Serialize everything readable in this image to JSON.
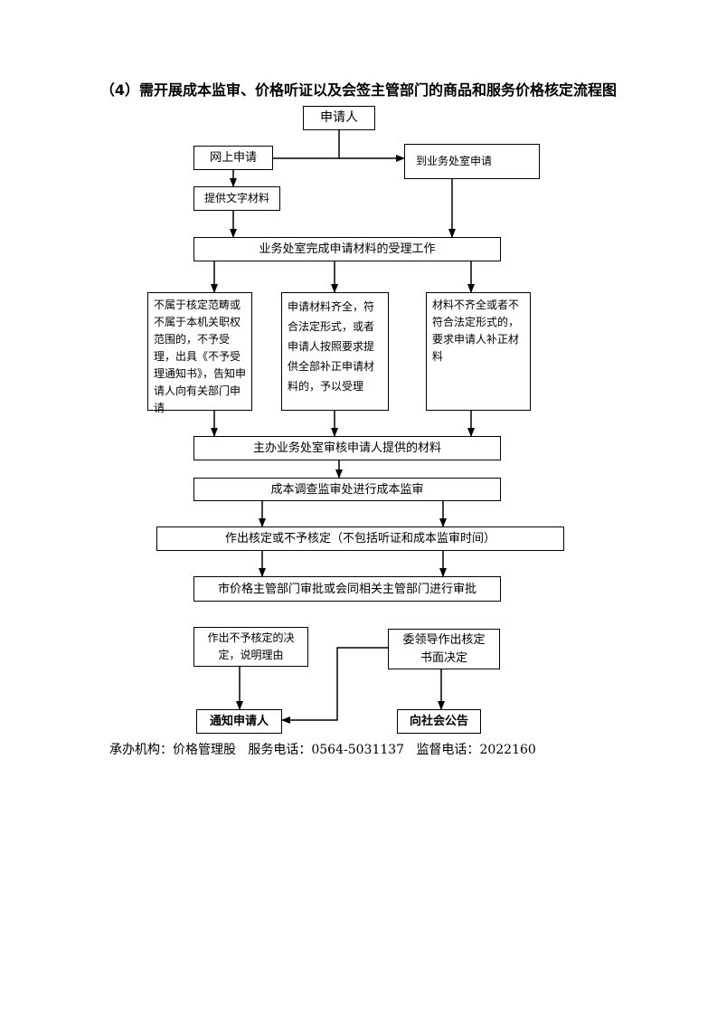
{
  "title": "（4）需开展成本监审、价格听证以及会签主管部门的商品和服务价格核定流程图",
  "nodes": {
    "applicant": "申请人",
    "online": "网上申请",
    "office_apply": "到业务处室申请",
    "submit_docs": "提供文字材料",
    "acceptance": "业务处室完成申请材料的受理工作",
    "reject": "不属于核定范畴或不属于本机关职权范围的，不予受理，出具《不予受理通知书》，告知申请人向有关部门申请",
    "accept": "申请材料齐全，符合法定形式，或者申请人按照要求提供全部补正申请材料的，予以受理",
    "supplement": "材料不齐全或者不符合法定形式的，要求申请人补正材料",
    "review": "主办业务处室审核申请人提供的材料",
    "cost_audit": "成本调查监审处进行成本监审",
    "decision": "作出核定或不予核定（不包括听证和成本监审时间）",
    "approval": "市价格主管部门审批或会同相关主管部门进行审批",
    "deny_decision": "作出不予核定的决定，说明理由",
    "committee_decision": "委领导作出核定书面决定",
    "notify": "通知申请人",
    "announce": "向社会公告"
  },
  "footer": {
    "org_label": "承办机构：",
    "org": "价格管理股",
    "service_label": "服务电话：",
    "service_phone": "0564-5031137",
    "supervise_label": "监督电话：",
    "supervise_phone": "2022160"
  }
}
